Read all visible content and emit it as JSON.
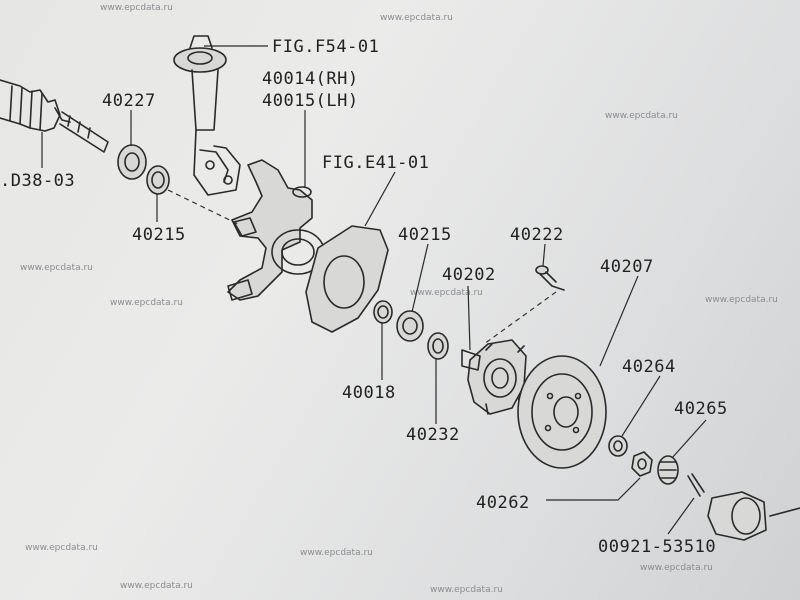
{
  "labels": {
    "fig_f54": "FIG.F54-01",
    "part_40014": "40014(RH)",
    "part_40015": "40015(LH)",
    "part_40227": "40227",
    "fig_d38": ".D38-03",
    "part_40215_left": "40215",
    "fig_e41": "FIG.E41-01",
    "part_40215_right": "40215",
    "part_40222": "40222",
    "part_40202": "40202",
    "part_40207": "40207",
    "part_40018": "40018",
    "part_40232": "40232",
    "part_40264": "40264",
    "part_40265": "40265",
    "part_40262": "40262",
    "part_00921": "00921-53510"
  },
  "watermark": "www.epcdata.ru"
}
